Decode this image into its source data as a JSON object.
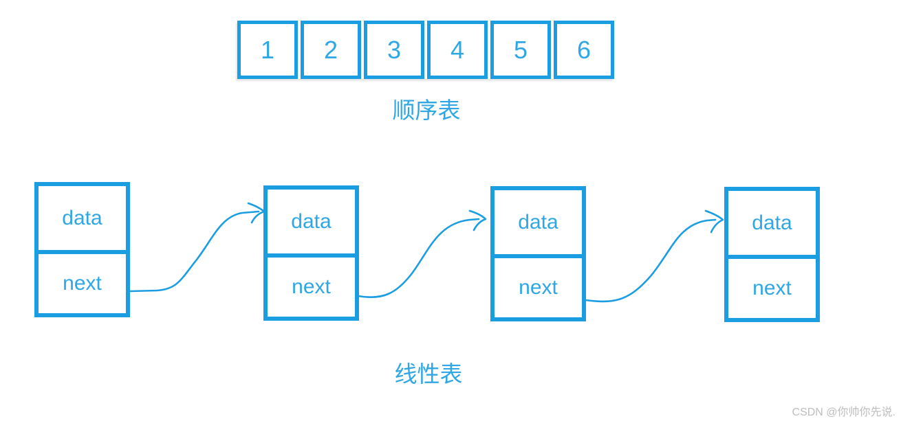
{
  "colors": {
    "line": "#1a9de1",
    "text": "#2fa7e5",
    "watermark": "#bdbdbd"
  },
  "sequential_list": {
    "caption": "顺序表",
    "cells": [
      "1",
      "2",
      "3",
      "4",
      "5",
      "6"
    ]
  },
  "linked_list": {
    "caption": "线性表",
    "nodes": [
      {
        "data_label": "data",
        "next_label": "next"
      },
      {
        "data_label": "data",
        "next_label": "next"
      },
      {
        "data_label": "data",
        "next_label": "next"
      },
      {
        "data_label": "data",
        "next_label": "next"
      }
    ]
  },
  "watermark": {
    "text": "CSDN @你帅你先说."
  }
}
